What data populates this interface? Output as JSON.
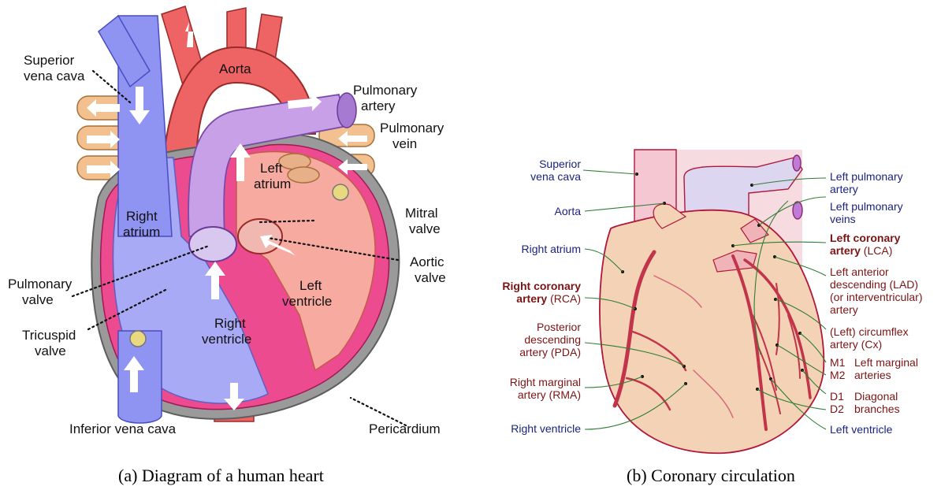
{
  "panel_a": {
    "caption": "(a) Diagram of a human heart",
    "labels": {
      "superior_vena_cava_1": "Superior",
      "superior_vena_cava_2": "vena  cava",
      "aorta": "Aorta",
      "pulmonary_artery_1": "Pulmonary",
      "pulmonary_artery_2": "artery",
      "pulmonary_vein_1": "Pulmonary",
      "pulmonary_vein_2": "vein",
      "left_atrium_1": "Left",
      "left_atrium_2": "atrium",
      "right_atrium_1": "Right",
      "right_atrium_2": "atrium",
      "mitral_valve_1": "Mitral",
      "mitral_valve_2": "valve",
      "aortic_valve_1": "Aortic",
      "aortic_valve_2": "valve",
      "pulmonary_valve_1": "Pulmonary",
      "pulmonary_valve_2": "valve",
      "left_ventricle_1": "Left",
      "left_ventricle_2": "ventricle",
      "tricuspid_valve_1": "Tricuspid",
      "tricuspid_valve_2": "valve",
      "right_ventricle_1": "Right",
      "right_ventricle_2": "ventricle",
      "inferior_vena_cava": "Inferior vena cava",
      "pericardium": "Pericardium"
    }
  },
  "panel_b": {
    "caption": "(b) Coronary circulation",
    "colors": {
      "venous_label": "#1a237e",
      "arterial_label": "#7b1414",
      "leader": "#2e7d32"
    },
    "labels": {
      "svc_1": "Superior",
      "svc_2": "vena cava",
      "aorta": "Aorta",
      "right_atrium": "Right atrium",
      "rca_1": "Right coronary",
      "rca_2a": "artery",
      "rca_2b": " (RCA)",
      "pda_1": "Posterior",
      "pda_2": "descending",
      "pda_3": "artery (PDA)",
      "rma_1": "Right marginal",
      "rma_2": "artery (RMA)",
      "right_ventricle": "Right ventricle",
      "lpa_1": "Left pulmonary",
      "lpa_2": "artery",
      "lpv_1": "Left pulmonary",
      "lpv_2": "veins",
      "lca_1": "Left coronary",
      "lca_2a": "artery",
      "lca_2b": " (LCA)",
      "lad_1": "Left anterior",
      "lad_2": "descending (LAD)",
      "lad_3": "(or interventricular)",
      "lad_4": "artery",
      "cx_1": "(Left) circumflex",
      "cx_2": "artery (Cx)",
      "m1": "M1",
      "m2": "M2",
      "marginal_1": "Left marginal",
      "marginal_2": "arteries",
      "d1": "D1",
      "d2": "D2",
      "diag_1": "Diagonal",
      "diag_2": "branches",
      "left_ventricle": "Left ventricle"
    }
  }
}
